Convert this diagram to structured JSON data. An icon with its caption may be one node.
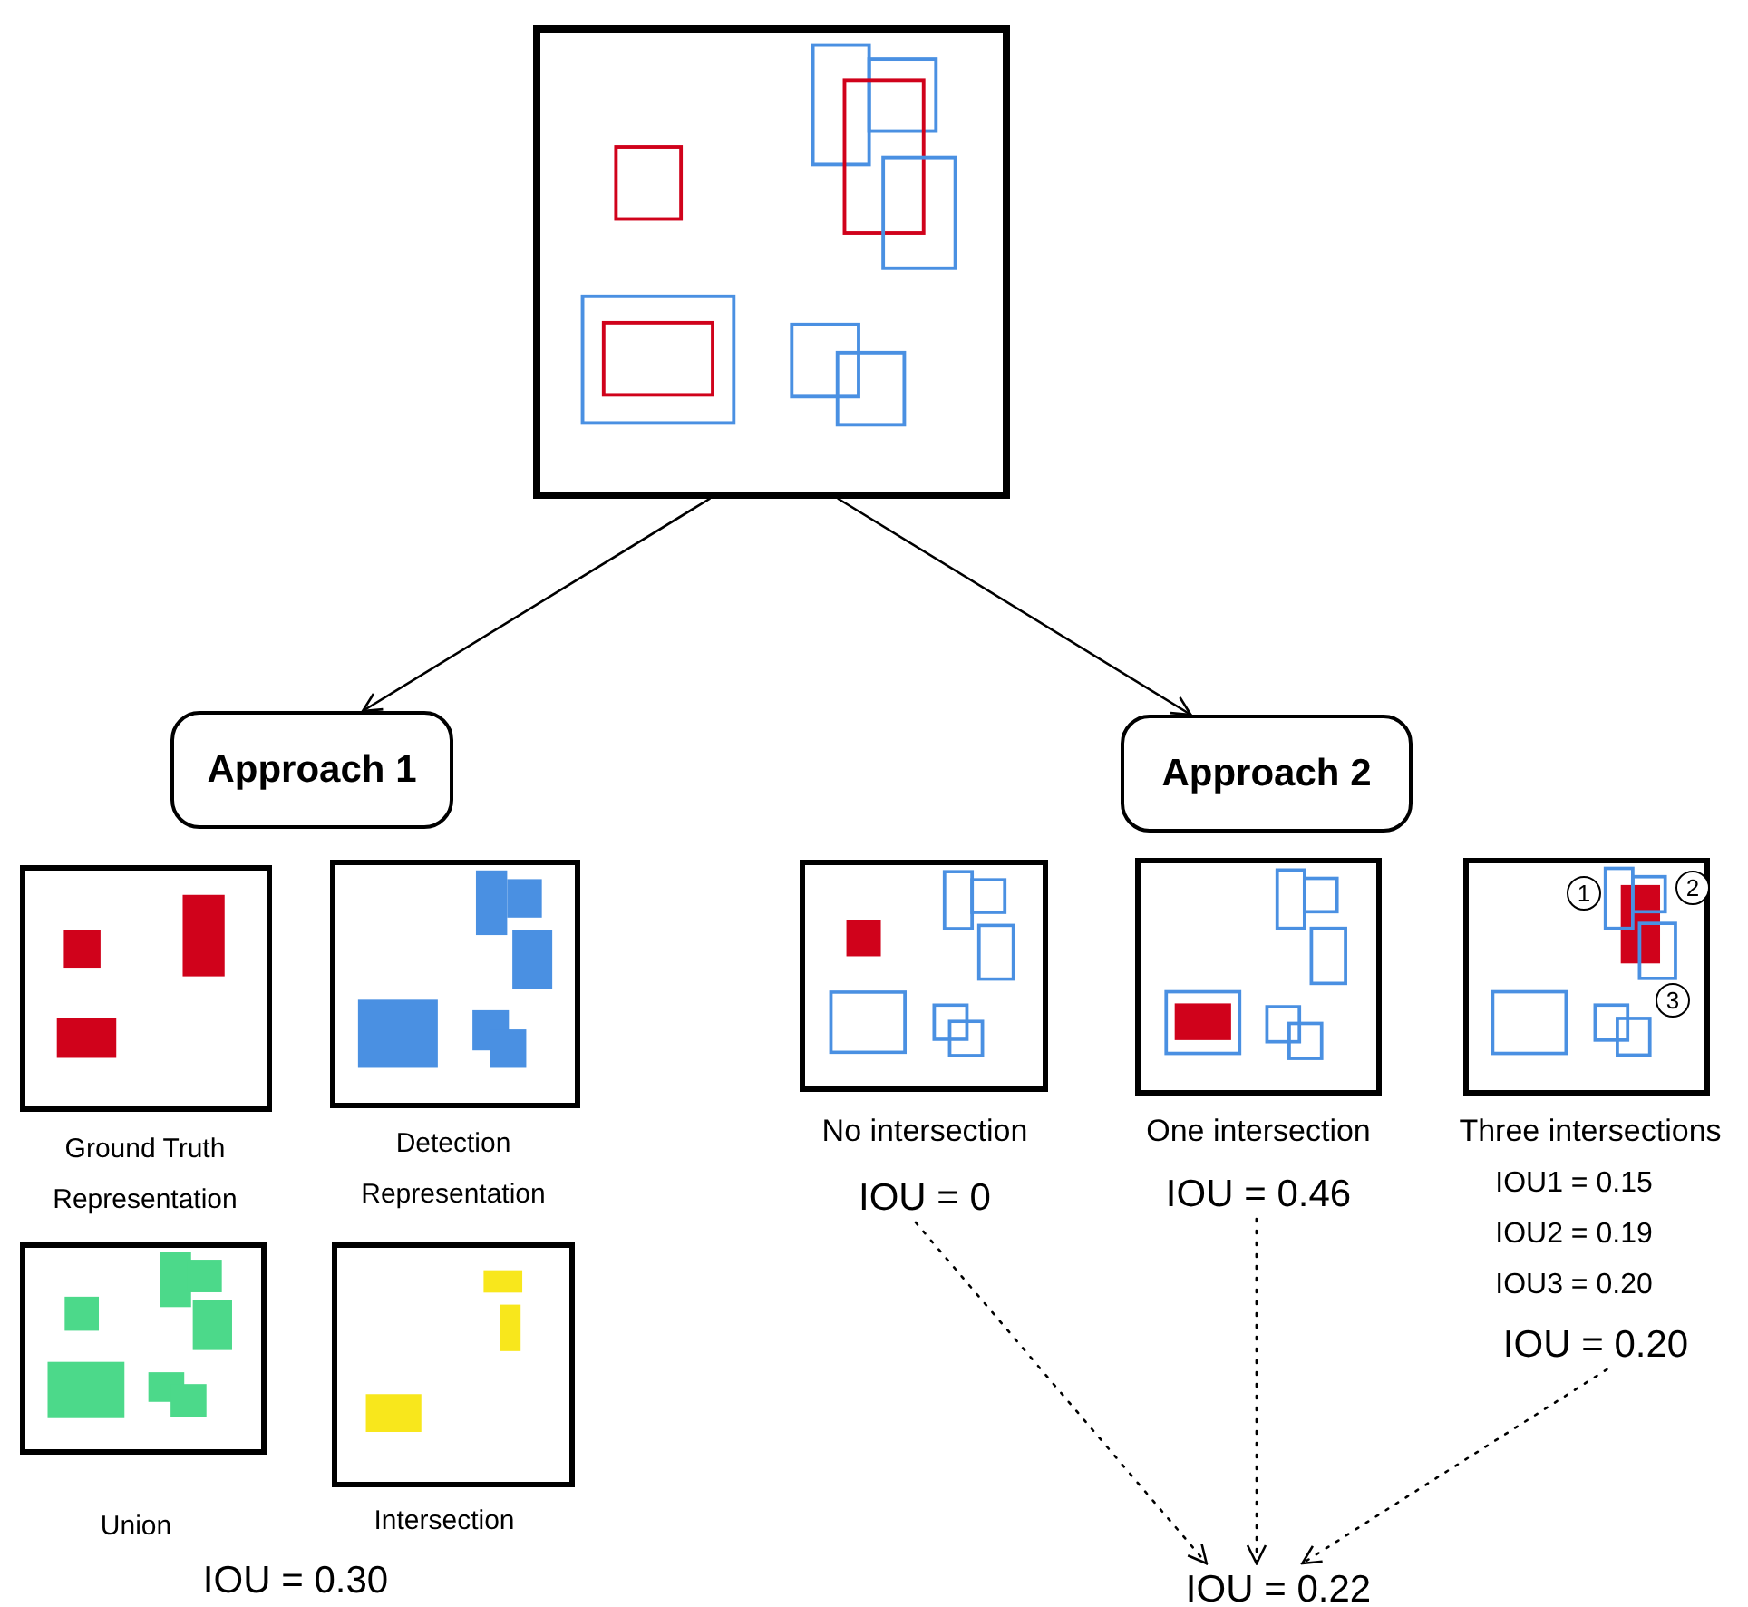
{
  "diagram": {
    "nodes": [
      {
        "text": [],
        "shape": "picture"
      },
      {
        "text": [
          "Approach 1"
        ]
      },
      {
        "text": [
          "Approach 2"
        ]
      },
      {
        "text": [],
        "shape": "box",
        "beside": [
          "Ground Truth Representation"
        ]
      },
      {
        "text": [],
        "shape": "box",
        "beside": [
          "Detection Representation"
        ]
      },
      {
        "text": [],
        "shape": "box",
        "beside": [
          "Union"
        ]
      },
      {
        "text": [],
        "shape": "box",
        "beside": [
          "Intersection"
        ]
      },
      {
        "text": [],
        "shape": "box",
        "beside": [
          "No intersection"
        ]
      },
      {
        "text": [],
        "shape": "box",
        "beside": [
          "One intersection"
        ]
      },
      {
        "text": [],
        "shape": "box",
        "beside": [
          "Three intersections"
        ]
      },
      {
        "text": [
          "IOU = 0"
        ]
      },
      {
        "text": [
          "IOU = 0.46"
        ]
      },
      {
        "text": [
          "IOU = 0.20"
        ]
      },
      {
        "text": [
          "IOU = 0.22"
        ]
      }
    ],
    "edges": [
      {
        "from": 0,
        "to": 1,
        "arrow": "to"
      },
      {
        "from": 0,
        "to": 2,
        "arrow": "to"
      },
      {
        "from": 10,
        "to": 13,
        "arrow": "to",
        "style": "dashed"
      },
      {
        "from": 11,
        "to": 13,
        "arrow": "to",
        "style": "dashed"
      },
      {
        "from": 12,
        "to": 13,
        "arrow": "to",
        "style": "dashed"
      }
    ],
    "labels": [
      "1",
      "2",
      "3",
      "IOU1 = 0.15",
      "IOU2 = 0.19",
      "IOU3 = 0.20",
      "IOU = 0.30"
    ]
  }
}
